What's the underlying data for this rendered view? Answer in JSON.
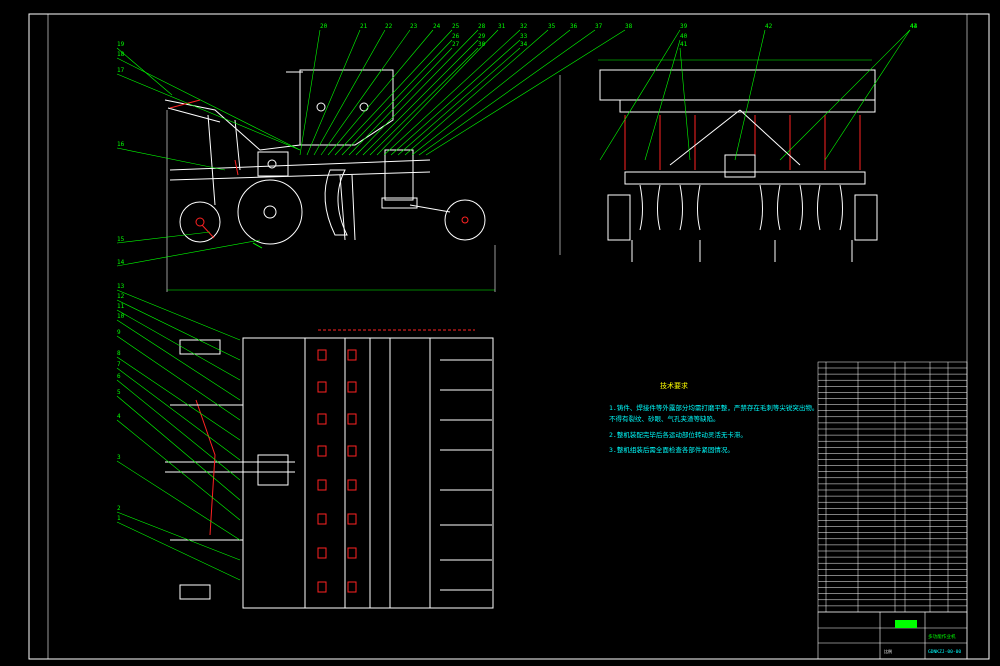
{
  "drawing": {
    "callouts_top_left": [
      "19",
      "18",
      "17",
      "16",
      "15",
      "14"
    ],
    "callouts_top": [
      "20",
      "21",
      "22",
      "23",
      "24",
      "25",
      "26",
      "27",
      "28",
      "29",
      "30",
      "31",
      "32",
      "33",
      "34",
      "35",
      "36",
      "37",
      "38",
      "39",
      "40",
      "41",
      "42",
      "43",
      "44"
    ],
    "callouts_bottom_left": [
      "13",
      "12",
      "11",
      "10",
      "9",
      "8",
      "7",
      "6",
      "5",
      "4",
      "3",
      "2",
      "1"
    ],
    "tech_notes": {
      "title": "技术要求",
      "lines": [
        "1.铸件、焊接件等外露部分均需打磨平整，严禁存在毛刺等尖锐突出物。",
        "  不得有裂纹、砂眼、气孔夹渣等缺陷。",
        "2.整机装配完毕后各运动部位转动灵活无卡滞。",
        "3.整机组装后需全面检查各部件紧固情况。"
      ]
    },
    "title_block": {
      "drawing_name": "多功能作业机",
      "drawing_number": "GDNKZJ-00-00",
      "scale_label": "比例"
    },
    "colors": {
      "background": "#000000",
      "frame": "#ffffff",
      "leader": "#00ff00",
      "part": "#ffffff",
      "accent": "#ff2020",
      "dimension": "#00ff00",
      "notes": "#00ffff"
    }
  }
}
